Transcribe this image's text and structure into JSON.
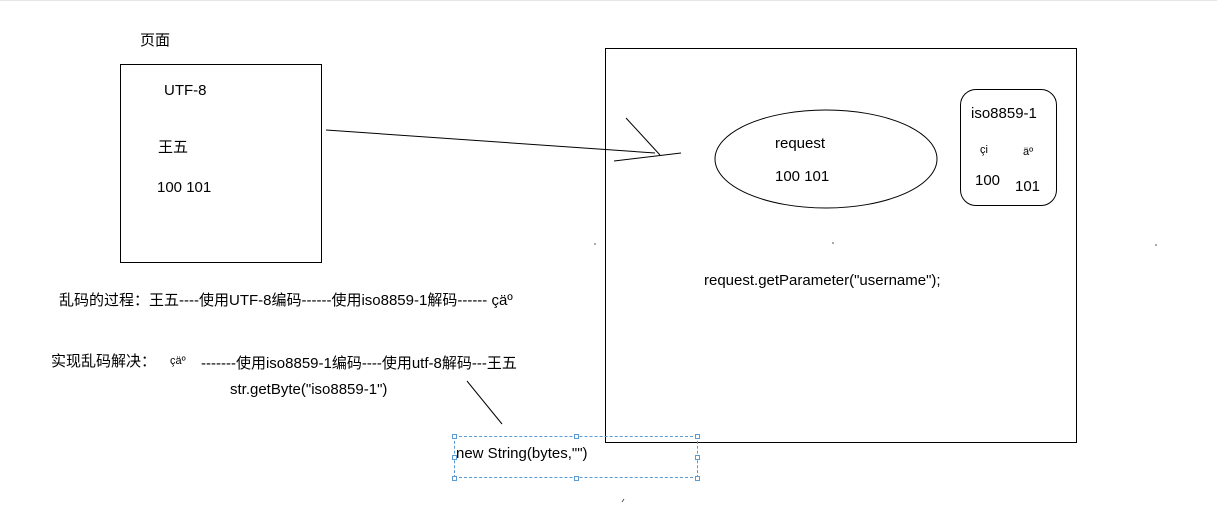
{
  "page_box": {
    "title": "页面",
    "encoding": "UTF-8",
    "name": "王五",
    "bytes": "100 101"
  },
  "server_box": {
    "request_label": "request",
    "request_bytes": "100 101",
    "get_parameter": "request.getParameter(\"username\");"
  },
  "iso_box": {
    "title": "iso8859-1",
    "char1": "çi",
    "char2": "äº",
    "byte1": "100",
    "byte2": "101"
  },
  "process_line": "乱码的过程：王五----使用UTF-8编码------使用iso8859-1解码------ çäº",
  "solution_line": {
    "prefix": "实现乱码解决：",
    "garbled": "çäº",
    "steps": "-------使用iso8859-1编码----使用utf-8解码---王五"
  },
  "get_byte": "str.getByte(\"iso8859-1\")",
  "new_string": "new String(bytes,\"\")",
  "colors": {
    "line": "#000000",
    "selection": "#5b9bd5"
  }
}
